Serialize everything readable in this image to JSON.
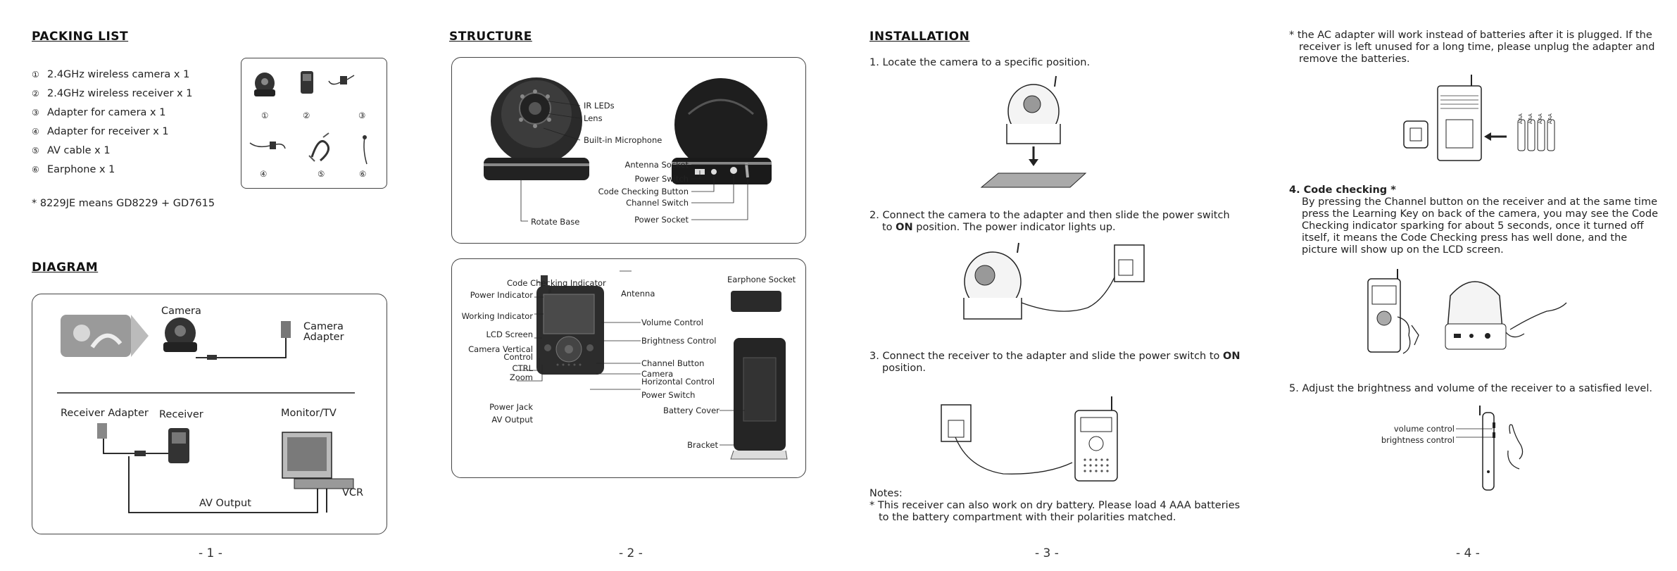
{
  "page1": {
    "packing_title": "PACKING LIST",
    "items": [
      {
        "num": "①",
        "text": "2.4GHz wireless camera x 1"
      },
      {
        "num": "②",
        "text": "2.4GHz wireless receiver x 1"
      },
      {
        "num": "③",
        "text": "Adapter for camera  x 1"
      },
      {
        "num": "④",
        "text": "Adapter for receiver x 1"
      },
      {
        "num": "⑤",
        "text": "AV cable x 1"
      },
      {
        "num": "⑥",
        "text": "Earphone x 1"
      }
    ],
    "photo_nums": [
      "①",
      "②",
      "③",
      "④",
      "⑤",
      "⑥"
    ],
    "model_note": "* 8229JE means GD8229 + GD7615",
    "diagram_title": "DIAGRAM",
    "diagram_labels": {
      "camera": "Camera",
      "camera_adapter_1": "Camera",
      "camera_adapter_2": "Adapter",
      "receiver_adapter": "Receiver Adapter",
      "receiver": "Receiver",
      "monitor": "Monitor/TV",
      "vcr": "VCR",
      "av_output": "AV Output"
    },
    "page_num": "- 1 -"
  },
  "page2": {
    "structure_title": "STRUCTURE",
    "camera_labels": {
      "ir_leds": "IR LEDs",
      "lens": "Lens",
      "mic": "Built-in Microphone",
      "rotate_base": "Rotate Base",
      "antenna_socket": "Antenna Socket",
      "power_switch": "Power Switch",
      "code_button": "Code Checking Button",
      "channel_switch": "Channel Switch",
      "power_socket": "Power Socket"
    },
    "receiver_labels": {
      "code_indicator": "Code Checking Indicator",
      "antenna": "Antenna",
      "power_indicator": "Power Indicator",
      "working_indicator": "Working Indicator",
      "lcd": "LCD Screen",
      "cam_vert_1": "Camera Vertical",
      "cam_vert_2": "Control",
      "ctrl": "CTRL",
      "zoom": "Zoom",
      "power_jack": "Power Jack",
      "av_output": "AV Output",
      "volume": "Volume Control",
      "brightness": "Brightness Control",
      "channel_button": "Channel Button",
      "cam_horiz_1": "Camera",
      "cam_horiz_2": "Horizontal Control",
      "power_switch": "Power Switch",
      "earphone_socket": "Earphone Socket",
      "battery_cover": "Battery Cover",
      "bracket": "Bracket"
    },
    "page_num": "- 2 -"
  },
  "page3": {
    "install_title": "INSTALLATION",
    "step1": "1. Locate the camera to a specific position.",
    "step2_a": "2. Connect the camera to the adapter and then slide the power switch",
    "step2_b_pre": "to ",
    "step2_b_bold": "ON",
    "step2_b_post": " position. The power indicator lights up.",
    "step3_a_pre": "3. Connect the receiver to the adapter and slide the power switch to ",
    "step3_a_bold": "ON",
    "step3_b": "position.",
    "notes_title": "Notes:",
    "note_a": "* This receiver can also work on dry battery. Please load 4 AAA batteries",
    "note_b": "to the battery compartment with their polarities matched.",
    "page_num": "- 3 -"
  },
  "page4": {
    "adapter_note_a": "* the AC adapter will work instead of batteries after it is plugged. If the",
    "adapter_note_b": "receiver is left unused for a long time, please unplug the adapter and",
    "adapter_note_c": "remove the batteries.",
    "battery_label": "AAA",
    "step4_title": "4. Code checking *",
    "step4_lines": [
      "By pressing the Channel button on the receiver and at the same time",
      "press the Learning Key on back of the camera, you may see the Code",
      "Checking indicator sparking for about 5 seconds, once it turned off",
      "itself, it means the Code Checking press has well done, and the",
      "picture will show up on the LCD screen."
    ],
    "step5": "5. Adjust the brightness and volume of the receiver to a satisfied level.",
    "volume_control": "volume control",
    "brightness_control": "brightness control",
    "page_num": "- 4 -"
  }
}
